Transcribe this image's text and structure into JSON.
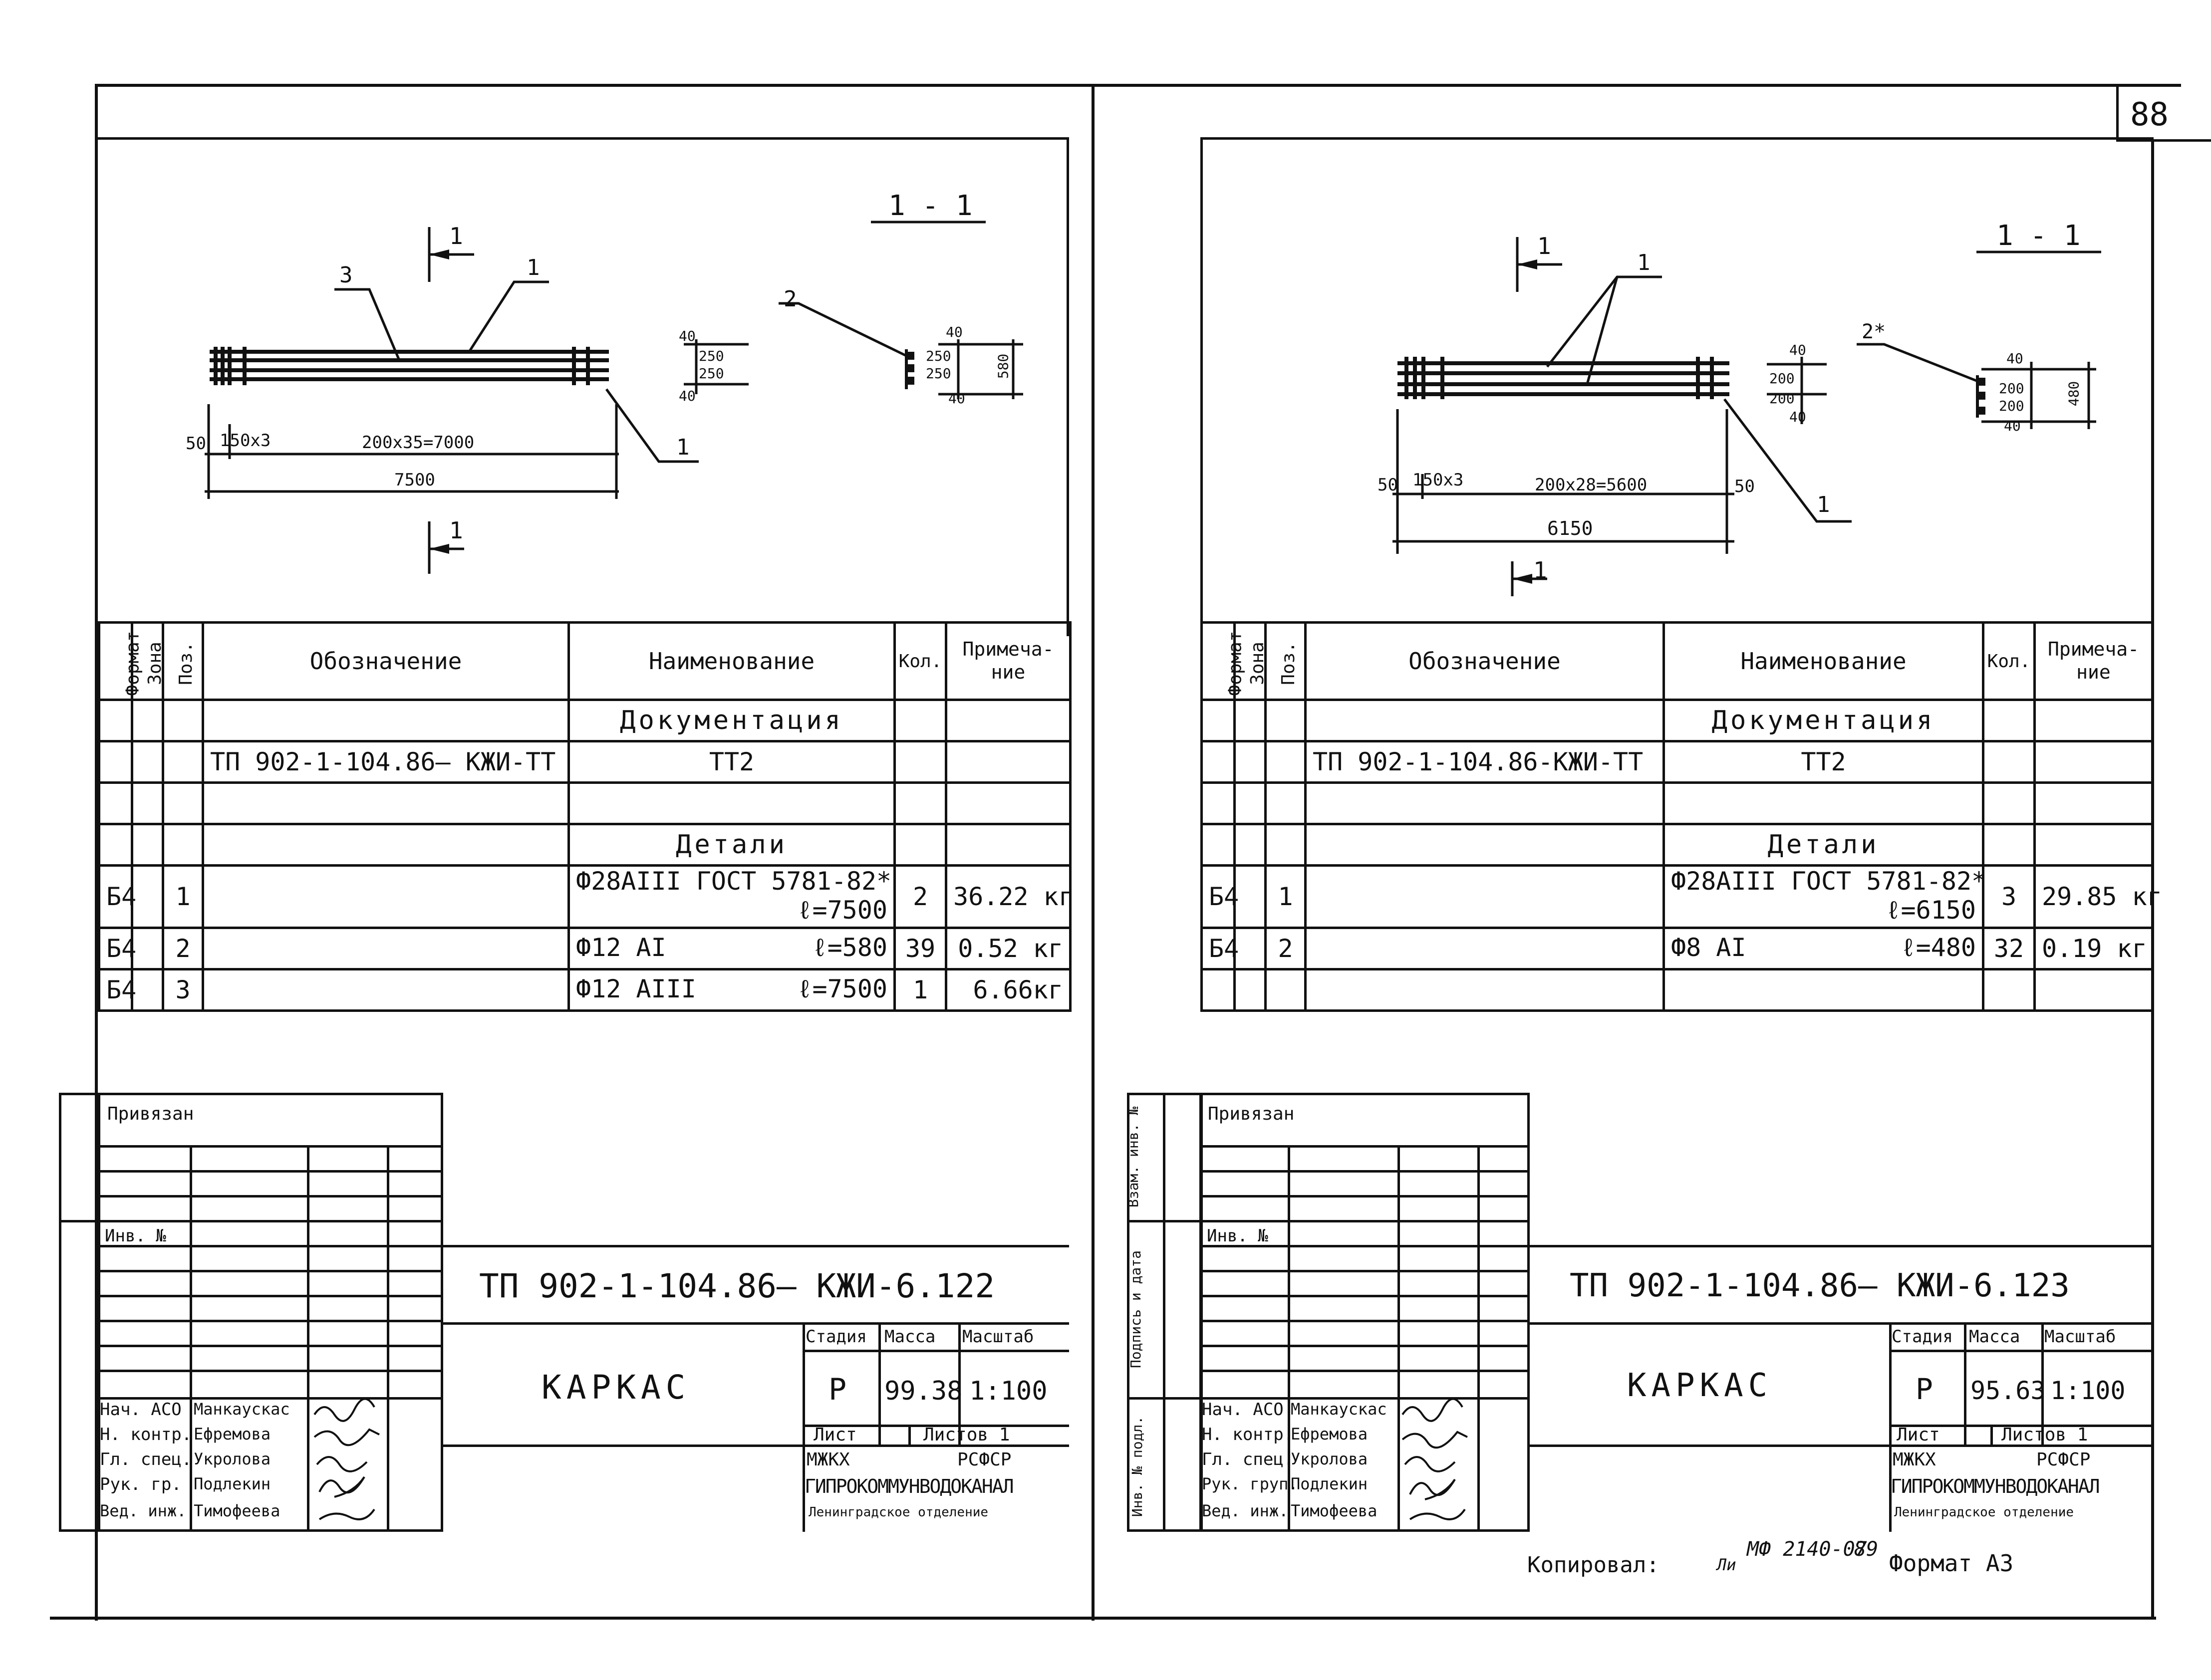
{
  "page_number": "88",
  "copied_by": "Копировал:",
  "copied_signature": "Ли",
  "code_line": "МФ 2140-07",
  "code_page": "89",
  "format": "Формат А3",
  "sheets": [
    {
      "section_label": "1 - 1",
      "cut_marks": [
        "1",
        "1"
      ],
      "leaders": [
        "3",
        "1",
        "1",
        "2"
      ],
      "dims": {
        "d50": "50",
        "d150": "150х3",
        "dmain": "200х35=7000",
        "dtotal": "7500",
        "s40a": "40",
        "s250a": "250",
        "s250b": "250",
        "s40b": "40",
        "sec40": "40",
        "sec250a": "250",
        "sec250b": "250",
        "sec580": "580",
        "sec40b": "40"
      },
      "table": {
        "headers": [
          "Формат",
          "Зона",
          "Поз.",
          "Обозначение",
          "Наименование",
          "Кол.",
          "Примеча-ние"
        ],
        "section_docs": "Документация",
        "doc_code": "ТП 902-1-104.86– КЖИ-ТТ",
        "doc_name": "ТТ2",
        "section_details": "Детали",
        "rows": [
          {
            "format": "Б4",
            "pos": "1",
            "name": "Ф28АIII ГОСТ 5781-82*",
            "length": "ℓ=7500",
            "qty": "2",
            "note": "36.22 кг"
          },
          {
            "format": "Б4",
            "pos": "2",
            "name": "Ф12 АI",
            "length": "ℓ=580",
            "qty": "39",
            "note": "0.52 кг"
          },
          {
            "format": "Б4",
            "pos": "3",
            "name": "Ф12 АIII",
            "length": "ℓ=7500",
            "qty": "1",
            "note": "6.66кг"
          }
        ]
      },
      "stamp": {
        "privyazan": "Привязан",
        "inv": "Инв. №",
        "code": "ТП 902-1-104.86– КЖИ-6.122",
        "title": "КАРКАС",
        "stage_label": "Стадия",
        "mass_label": "Масса",
        "scale_label": "Масштаб",
        "stage": "Р",
        "mass": "99.38",
        "scale": "1:100",
        "sheet_label": "Лист",
        "sheets_label": "Листов 1",
        "org1": "МЖКХ",
        "org2": "РСФСР",
        "org3": "ГИПРОКОММУНВОДОКАНАЛ",
        "org4": "Ленинградское отделение",
        "roles": [
          {
            "role": "Нач. АСО",
            "name": "Манкаускас"
          },
          {
            "role": "Н. контр.",
            "name": "Ефремова"
          },
          {
            "role": "Гл. спец.",
            "name": "Укролова"
          },
          {
            "role": "Рук. гр.",
            "name": "Подлекин"
          },
          {
            "role": "Вед. инж.",
            "name": "Тимофеева"
          }
        ]
      }
    },
    {
      "section_label": "1 - 1",
      "cut_marks": [
        "1",
        "1"
      ],
      "leaders": [
        "1",
        "1",
        "2*"
      ],
      "side_labels": [
        "Взам. инв. №",
        "Подпись и дата",
        "Инв. № подл."
      ],
      "dims": {
        "d50": "50",
        "d150": "150х3",
        "dmain": "200х28=5600",
        "d50r": "50",
        "dtotal": "6150",
        "s40a": "40",
        "s200a": "200",
        "s200b": "200",
        "s40b": "40",
        "sec40": "40",
        "sec200a": "200",
        "sec200b": "200",
        "sec480": "480",
        "sec40b": "40"
      },
      "table": {
        "headers": [
          "Формат",
          "Зона",
          "Поз.",
          "Обозначение",
          "Наименование",
          "Кол.",
          "Примеча-ние"
        ],
        "section_docs": "Документация",
        "doc_code": "ТП 902-1-104.86-КЖИ-ТТ",
        "doc_name": "ТТ2",
        "section_details": "Детали",
        "rows": [
          {
            "format": "Б4",
            "pos": "1",
            "name": "Ф28АIII ГОСТ 5781-82*",
            "length": "ℓ=6150",
            "qty": "3",
            "note": "29.85 кг"
          },
          {
            "format": "Б4",
            "pos": "2",
            "name": "Ф8 АI",
            "length": "ℓ=480",
            "qty": "32",
            "note": "0.19 кг"
          }
        ]
      },
      "stamp": {
        "privyazan": "Привязан",
        "inv": "Инв. №",
        "code": "ТП 902-1-104.86– КЖИ-6.123",
        "title": "КАРКАС",
        "stage_label": "Стадия",
        "mass_label": "Масса",
        "scale_label": "Масштаб",
        "stage": "Р",
        "mass": "95.63",
        "scale": "1:100",
        "sheet_label": "Лист",
        "sheets_label": "Листов 1",
        "org1": "МЖКХ",
        "org2": "РСФСР",
        "org3": "ГИПРОКОММУНВОДОКАНАЛ",
        "org4": "Ленинградское отделение",
        "roles": [
          {
            "role": "Нач. АСО",
            "name": "Манкаускас"
          },
          {
            "role": "Н. контр.",
            "name": "Ефремова"
          },
          {
            "role": "Гл. спец.",
            "name": "Укролова"
          },
          {
            "role": "Рук. груп.",
            "name": "Подлекин"
          },
          {
            "role": "Вед. инж.",
            "name": "Тимофеева"
          }
        ]
      }
    }
  ]
}
